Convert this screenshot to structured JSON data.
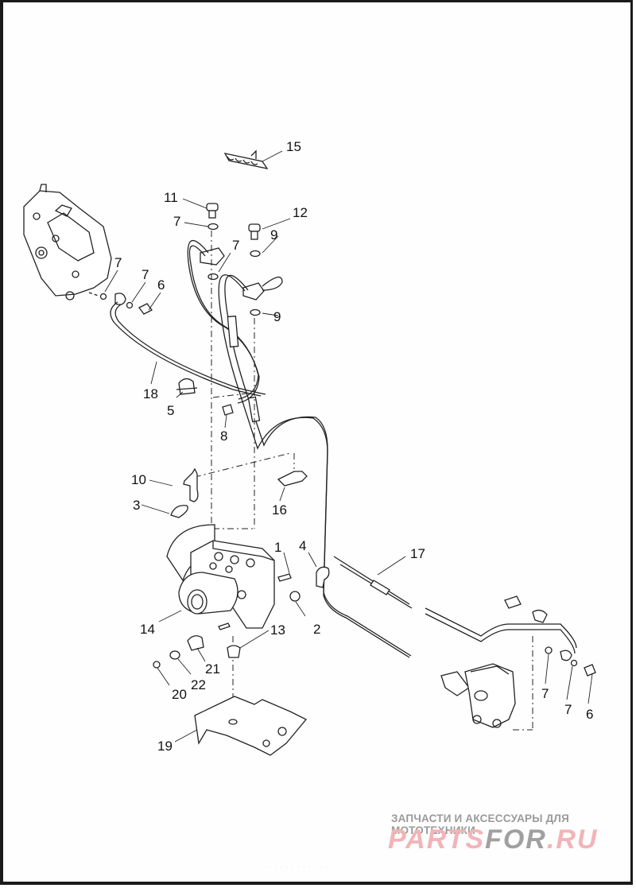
{
  "diagram": {
    "title": "ABS brake lines exploded view",
    "callouts": [
      {
        "id": "c15",
        "text": "15"
      },
      {
        "id": "c11",
        "text": "11"
      },
      {
        "id": "c12",
        "text": "12"
      },
      {
        "id": "c7a",
        "text": "7"
      },
      {
        "id": "c7b",
        "text": "7"
      },
      {
        "id": "c9a",
        "text": "9"
      },
      {
        "id": "c9b",
        "text": "9"
      },
      {
        "id": "c7c",
        "text": "7"
      },
      {
        "id": "c7d",
        "text": "7"
      },
      {
        "id": "c6a",
        "text": "6"
      },
      {
        "id": "c18",
        "text": "18"
      },
      {
        "id": "c5",
        "text": "5"
      },
      {
        "id": "c8",
        "text": "8"
      },
      {
        "id": "c10",
        "text": "10"
      },
      {
        "id": "c3",
        "text": "3"
      },
      {
        "id": "c16",
        "text": "16"
      },
      {
        "id": "c1",
        "text": "1"
      },
      {
        "id": "c4",
        "text": "4"
      },
      {
        "id": "c17",
        "text": "17"
      },
      {
        "id": "c14",
        "text": "14"
      },
      {
        "id": "c2",
        "text": "2"
      },
      {
        "id": "c13",
        "text": "13"
      },
      {
        "id": "c21",
        "text": "21"
      },
      {
        "id": "c22",
        "text": "22"
      },
      {
        "id": "c20",
        "text": "20"
      },
      {
        "id": "c19",
        "text": "19"
      },
      {
        "id": "c7e",
        "text": "7"
      },
      {
        "id": "c7f",
        "text": "7"
      },
      {
        "id": "c6b",
        "text": "6"
      }
    ]
  },
  "watermark": {
    "tagline": "ЗАПЧАСТИ И АКСЕССУАРЫ ДЛЯ МОТОТЕХНИКИ",
    "brand_part1": "PARTS",
    "brand_part2": "FOR",
    "brand_part3": ".RU",
    "colors": {
      "red": "#f2b4b8",
      "gray": "#a0a0a0"
    }
  },
  "footer": {
    "text": "· · · ·   · · · ·  · · · ·"
  }
}
